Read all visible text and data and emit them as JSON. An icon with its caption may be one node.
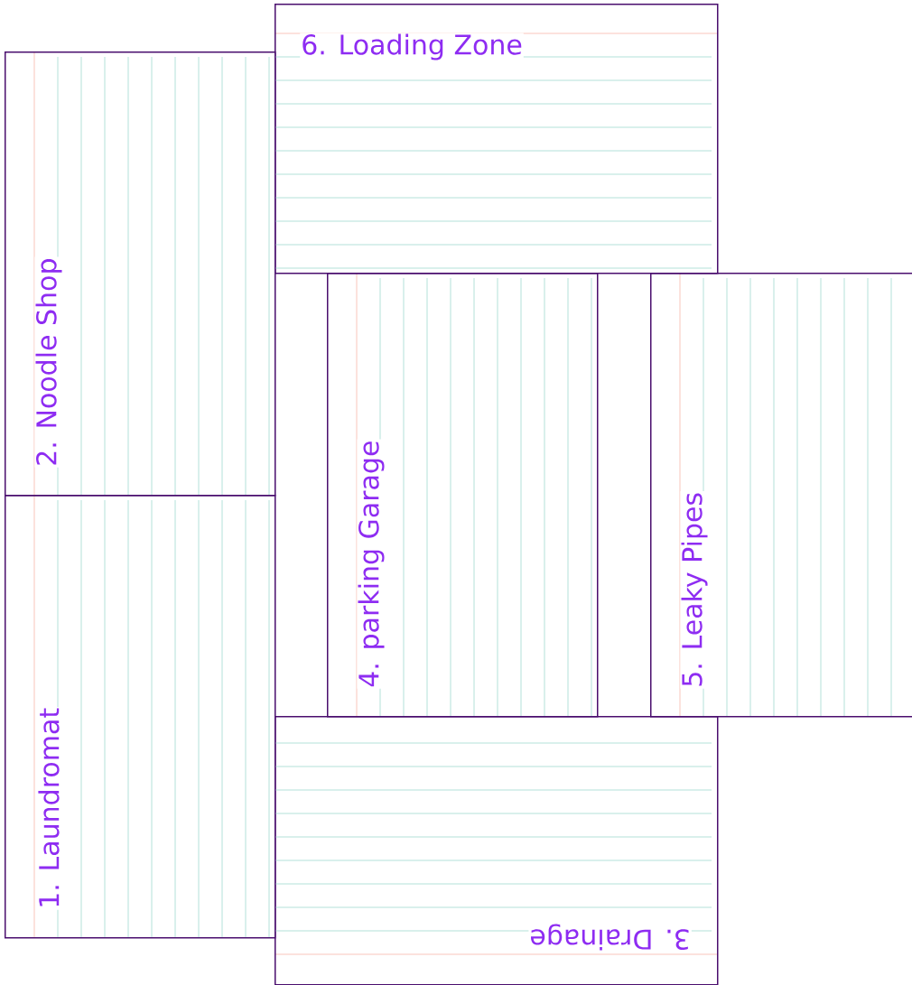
{
  "diagram": {
    "nodes": [
      {
        "text": [
          "1. Laundromat"
        ]
      },
      {
        "text": [
          "2. Noodle Shop"
        ]
      },
      {
        "text": [
          "3. Drainage"
        ]
      },
      {
        "text": [
          "4. parking Garage"
        ]
      },
      {
        "text": [
          "5. Leaky Pipes"
        ]
      },
      {
        "text": [
          "6. Loading Zone"
        ]
      }
    ]
  }
}
